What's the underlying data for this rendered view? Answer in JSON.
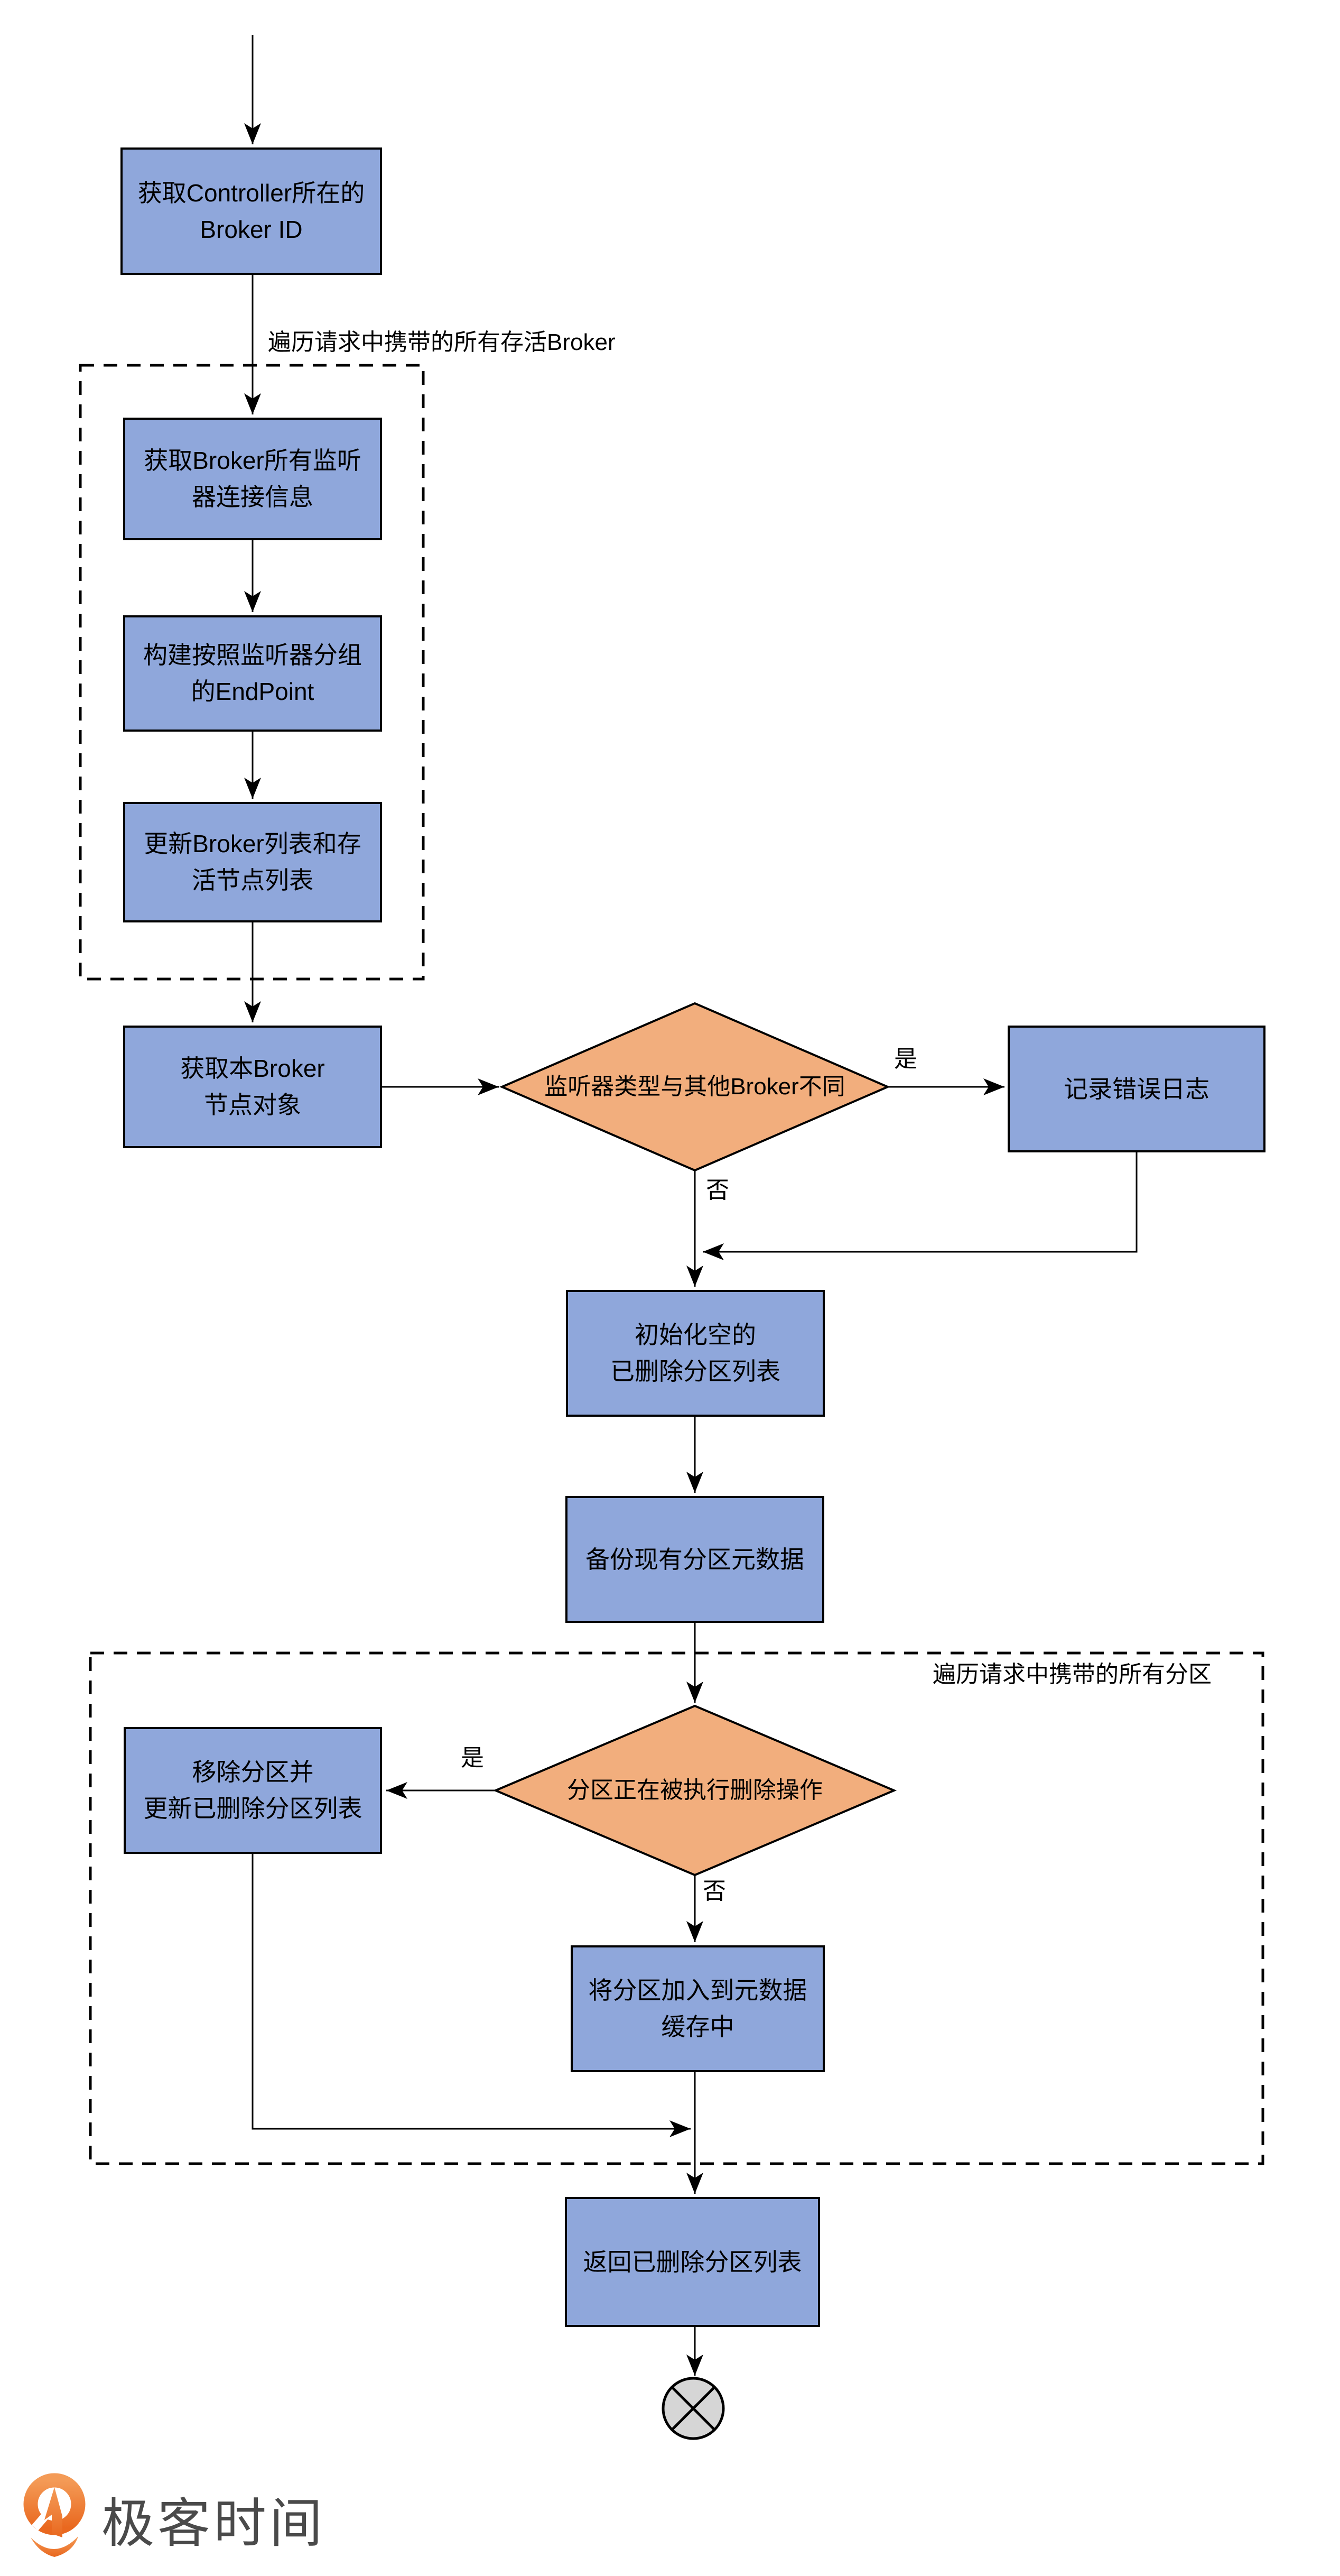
{
  "flowchart": {
    "boxes": {
      "get_controller_broker_id": "获取Controller所在的\nBroker ID",
      "get_broker_listeners": "获取Broker所有监听\n器连接信息",
      "build_endpoint": "构建按照监听器分组\n的EndPoint",
      "update_broker_list": "更新Broker列表和存\n活节点列表",
      "get_local_broker_node": "获取本Broker\n节点对象",
      "log_error": "记录错误日志",
      "init_deleted_partition_list": "初始化空的\n已删除分区列表",
      "backup_partition_metadata": "备份现有分区元数据",
      "remove_partition": "移除分区并\n更新已删除分区列表",
      "add_partition_to_cache": "将分区加入到元数据\n缓存中",
      "return_deleted_partition_list": "返回已删除分区列表"
    },
    "decisions": {
      "listener_type": {
        "label": "监听器类型与其他Broker不同",
        "yes": "是",
        "no": "否"
      },
      "partition_deleting": {
        "label": "分区正在被执行删除操作",
        "yes": "是",
        "no": "否"
      }
    },
    "loops": {
      "alive_brokers": "遍历请求中携带的所有存活Broker",
      "all_partitions": "遍历请求中携带的所有分区"
    },
    "end_node": "circle-with-cross",
    "colors": {
      "process_fill": "#8FA7DB",
      "decision_fill": "#F2AE7D",
      "line": "#000000",
      "end_fill": "#D6D6D6",
      "logo_orange": "#ED7B3A",
      "logo_text_color": "#4A4A4A"
    }
  },
  "footer": {
    "logo_text": "极客时间"
  }
}
